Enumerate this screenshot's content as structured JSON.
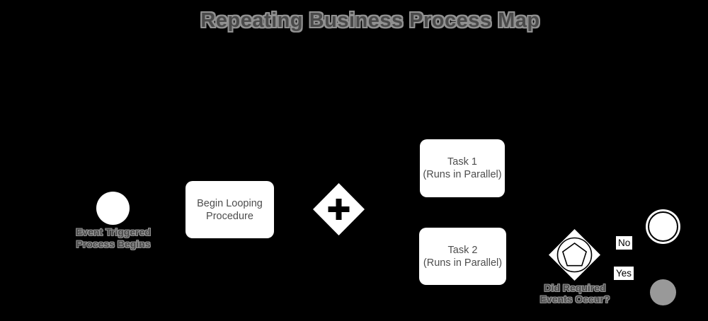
{
  "title": "Repeating Business Process Map",
  "colors": {
    "background": "#000000",
    "shape_fill": "#ffffff",
    "shape_text": "#4d4d4d",
    "halo_label_fill": "#4a4a4a",
    "halo_label_outline": "#949494",
    "edge_label_bg": "#ffffff",
    "edge_label_text": "#000000",
    "terminal_gray_circle": "#999999",
    "gateway_symbol": "#000000"
  },
  "nodes": {
    "start_event": {
      "type": "start-event-circle",
      "label": [
        "Event Triggered",
        "Process Begins"
      ]
    },
    "begin_task": {
      "type": "task",
      "label": [
        "Begin Looping",
        "Procedure"
      ]
    },
    "parallel_gateway": {
      "type": "parallel-gateway",
      "symbol": "plus"
    },
    "task1": {
      "type": "task",
      "label": [
        "Task 1",
        "(Runs in Parallel)"
      ]
    },
    "task2": {
      "type": "task",
      "label": [
        "Task 2",
        "(Runs in Parallel)"
      ]
    },
    "event_gateway": {
      "type": "event-based-gateway",
      "symbol": "pentagon-in-circle",
      "label": [
        "Did Required",
        "Events Occur?"
      ]
    },
    "end_event": {
      "type": "end-event-double-circle"
    },
    "gray_terminal": {
      "type": "filled-gray-circle"
    }
  },
  "edge_labels": {
    "no": "No",
    "yes": "Yes"
  }
}
